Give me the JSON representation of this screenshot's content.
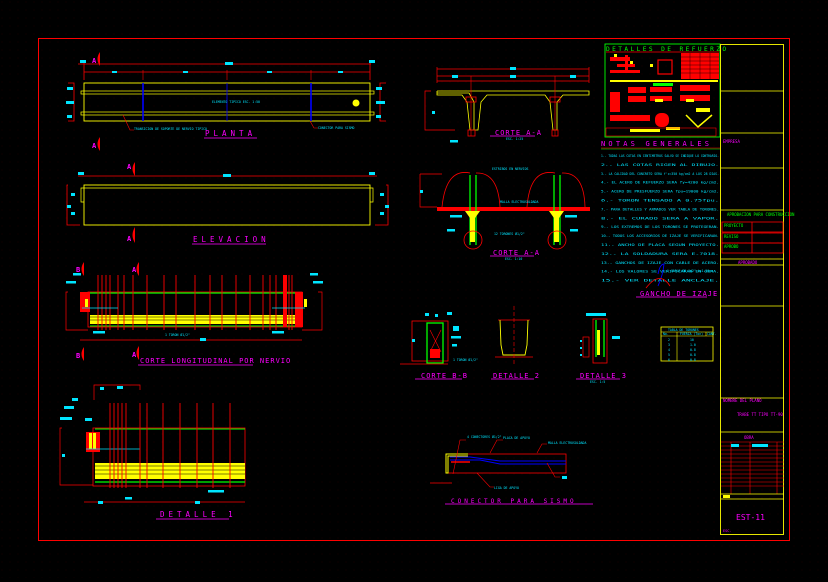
{
  "colors": {
    "background": "#000000",
    "frame": "#ff0000",
    "concrete": "#ffff00",
    "rebar": "#ff0000",
    "stirrup": "#00ff00",
    "dimension_text": "#00e5ff",
    "title_text": "#ff00ff",
    "hidden": "#0000ff"
  },
  "views": {
    "planta": {
      "title": "PLANTA",
      "note_center": "ELEMENTO TIPICO ESC. 1:50",
      "note_left": "TRANSICION DE SOPORTE DE NERVIO TIPICO",
      "note_right": "CONECTOR PARA SISMO",
      "section_marker": "A"
    },
    "elevacion": {
      "title": "ELEVACION",
      "section_marker": "A"
    },
    "corte_longitudinal": {
      "title": "CORTE LONGITUDINAL POR NERVIO",
      "marker_a": "A",
      "marker_b": "B",
      "note": "1 TORON Ø1/2\""
    },
    "detalle_1": {
      "title": "DETALLE 1"
    },
    "corte_a_a_top": {
      "title": "CORTE A-A",
      "note": "ESC. 1:25"
    },
    "corte_a_a_mid": {
      "title": "CORTE A-A",
      "note": "ESC. 1:10",
      "callout_top": "ESTRIBOS EN NERVIOS",
      "callout_mid": "MALLA ELECTROSOLDADA",
      "callout_bot": "12 TORONES Ø1/2\""
    },
    "corte_b_b": {
      "title": "CORTE B-B",
      "note": "1 TORON Ø1/2\""
    },
    "detalle_2": {
      "title": "DETALLE 2"
    },
    "detalle_3": {
      "title": "DETALLE 3",
      "note": "ESC. 1:5"
    },
    "gancho_izaje": {
      "title": "GANCHO DE IZAJE",
      "note": "1 CABLE DE 1/2\" L=1.50 m"
    },
    "conector_sismo": {
      "title": "CONECTOR PARA SISMO",
      "callout_1": "4 CONECTORES Ø1/2\"",
      "callout_2": "PLACA DE APOYO",
      "callout_3": "MALLA ELECTROSOLDADA",
      "callout_4": "LIGA DE APOYO"
    }
  },
  "tendon_table": {
    "title": "TABLA DE TORONES",
    "headers": [
      "No.",
      "FUERZA (Ton)",
      "CANT."
    ],
    "rows": [
      [
        "2",
        "10",
        ""
      ],
      [
        "3",
        "1.0",
        ""
      ],
      [
        "4",
        "0.8",
        ""
      ],
      [
        "5",
        "0.8",
        ""
      ],
      [
        "6",
        "0.8",
        ""
      ]
    ]
  },
  "detalles_refuerzo": {
    "title": "DETALLES DE REFUERZO",
    "subtitle": "ESC. 1:10"
  },
  "notas_generales": {
    "title": "NOTAS GENERALES",
    "items": [
      "1.- TODAS LAS COTAS EN CENTIMETROS SALVO SE INDIQUE LO CONTRARIO.",
      "2.- LAS COTAS RIGEN AL DIBUJO.",
      "3.- LA CALIDAD DEL CONCRETO SERA f'c=350 kg/cm2 A LOS 28 DIAS.",
      "4.- EL ACERO DE REFUERZO SERA fy=4200 kg/cm2.",
      "5.- ACERO DE PRESFUERZO SERA fpu=19000 kg/cm2.",
      "6.- TORON TENSADO A 0.75fpu.",
      "7.- PARA DETALLES Y ARMADOS VER TABLA DE TORONES.",
      "8.- EL CURADO SERA A VAPOR.",
      "9.- LOS EXTREMOS DE LOS TORONES SE PROTEGERAN.",
      "10.- TODOS LOS ACCESORIOS DE IZAJE SE VERIFICARAN.",
      "11.- ANCHO DE PLACA SEGUN PROYECTO.",
      "12.- LA SOLDADURA SERA E-7018.",
      "13.- GANCHOS DE IZAJE CON CABLE DE ACERO.",
      "14.- LOS VALORES SE VERIFICARAN EN OBRA.",
      "15.- VER DETALLE ANCLAJE."
    ]
  },
  "title_block": {
    "company": "EMPRESA",
    "approval_title": "APROBACION PARA CONSTRUCCION",
    "approval_rows": [
      "PROYECTO",
      "REVISO",
      "APROBO"
    ],
    "status_badge": "APROBADO",
    "owner_label": "NOMBRE DEL PLANO",
    "drawing_name": "TRABE TT TIPO TT-90",
    "project_label": "OBRA",
    "sheet_number": "EST-11",
    "scale_label": "ESC."
  }
}
